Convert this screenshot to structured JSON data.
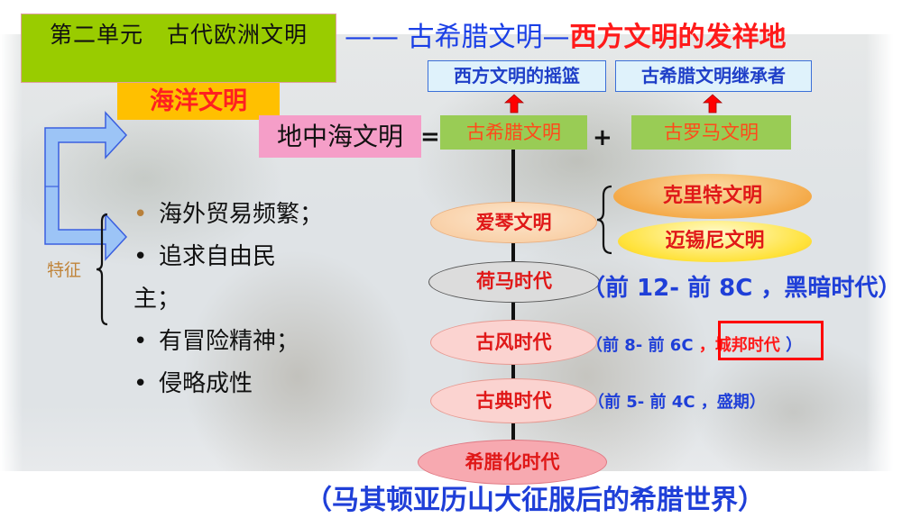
{
  "unit_title": "第二单元　古代欧洲文明",
  "ocean_label": "海洋文明",
  "mediterranean_label": "地中海文明",
  "equals": "=",
  "plus": "+",
  "headline": {
    "dash": "——",
    "greek": " 古希腊文明—",
    "origin": "西方文明的发祥地"
  },
  "top_boxes": {
    "cradle": "西方文明的摇篮",
    "heir": "古希腊文明继承者"
  },
  "civilizations": {
    "greek": "古希腊文明",
    "roman": "古罗马文明"
  },
  "aegean": {
    "label": "爱琴文明",
    "sub": [
      "克里特文明",
      "迈锡尼文明"
    ]
  },
  "eras": [
    {
      "label": "荷马时代",
      "period": "（前 12- 前 8C ，黑暗时代）"
    },
    {
      "label": "古风时代",
      "period_prefix": "（前 8- 前 6C ",
      "period_highlight": "，城邦时代",
      "period_suffix": " ）"
    },
    {
      "label": "古典时代",
      "period": "（前 5- 前 4C ，盛期）"
    },
    {
      "label": "希腊化时代",
      "period": "（马其顿亚历山大征服后的希腊世界）"
    }
  ],
  "traits": {
    "label": "特征",
    "bullet": "•",
    "items": [
      "海外贸易频繁；",
      "追求自由民",
      "主；",
      "有冒险精神；",
      "侵略成性"
    ]
  },
  "colors": {
    "title_green": "#99cc00",
    "ocean_orange": "#ffc000",
    "med_pink": "#f59ec8",
    "accent_blue": "#1f3fd8",
    "accent_red": "#ff1a1a"
  }
}
